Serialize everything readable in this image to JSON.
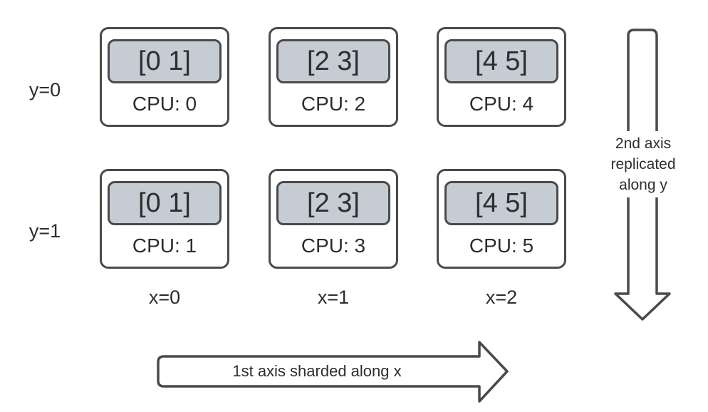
{
  "diagram": {
    "title_hint": "device mesh sharding diagram",
    "colors": {
      "chip_fill": "#c6ccd4",
      "stroke": "#4a4a4a",
      "text": "#2d2d2d",
      "background": "#ffffff"
    },
    "row_labels": [
      {
        "label": "y=0"
      },
      {
        "label": "y=1"
      }
    ],
    "col_labels": [
      {
        "label": "x=0"
      },
      {
        "label": "x=1"
      },
      {
        "label": "x=2"
      }
    ],
    "devices": [
      {
        "shard": "[0 1]",
        "cpu": "CPU: 0",
        "row": 0,
        "col": 0
      },
      {
        "shard": "[2 3]",
        "cpu": "CPU: 2",
        "row": 0,
        "col": 1
      },
      {
        "shard": "[4 5]",
        "cpu": "CPU: 4",
        "row": 0,
        "col": 2
      },
      {
        "shard": "[0 1]",
        "cpu": "CPU: 1",
        "row": 1,
        "col": 0
      },
      {
        "shard": "[2 3]",
        "cpu": "CPU: 3",
        "row": 1,
        "col": 1
      },
      {
        "shard": "[4 5]",
        "cpu": "CPU: 5",
        "row": 1,
        "col": 2
      }
    ],
    "arrows": {
      "x_axis": {
        "direction": "right",
        "label": "1st axis sharded along x"
      },
      "y_axis": {
        "direction": "down",
        "lines": [
          "2nd axis",
          "replicated",
          "along y"
        ]
      }
    }
  }
}
